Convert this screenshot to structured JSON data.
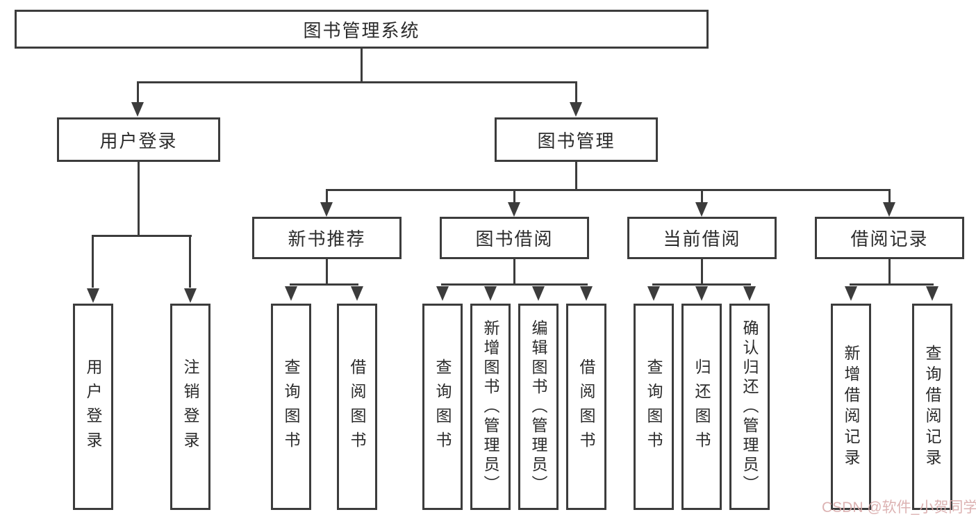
{
  "diagram": {
    "root": "图书管理系统",
    "level2": {
      "user_login": "用户登录",
      "book_mgmt": "图书管理"
    },
    "user_login_children": [
      "用户登录",
      "注销登录"
    ],
    "groups": [
      {
        "label": "新书推荐",
        "children": [
          "查询图书",
          "借阅图书"
        ]
      },
      {
        "label": "图书借阅",
        "children": [
          "查询图书",
          "新增图书（管理员）",
          "编辑图书（管理员）",
          "借阅图书"
        ]
      },
      {
        "label": "当前借阅",
        "children": [
          "查询图书",
          "归还图书",
          "确认归还（管理员）"
        ]
      },
      {
        "label": "借阅记录",
        "children": [
          "新增借阅记录",
          "查询借阅记录"
        ]
      }
    ],
    "watermark": "CSDN @软件_小贺同学"
  },
  "colors": {
    "line": "#3c3c3c",
    "box_border": "#3c3c3c",
    "box_background": "#ffffff",
    "text": "#2b2b2b",
    "watermark": "#d9aaaa"
  }
}
